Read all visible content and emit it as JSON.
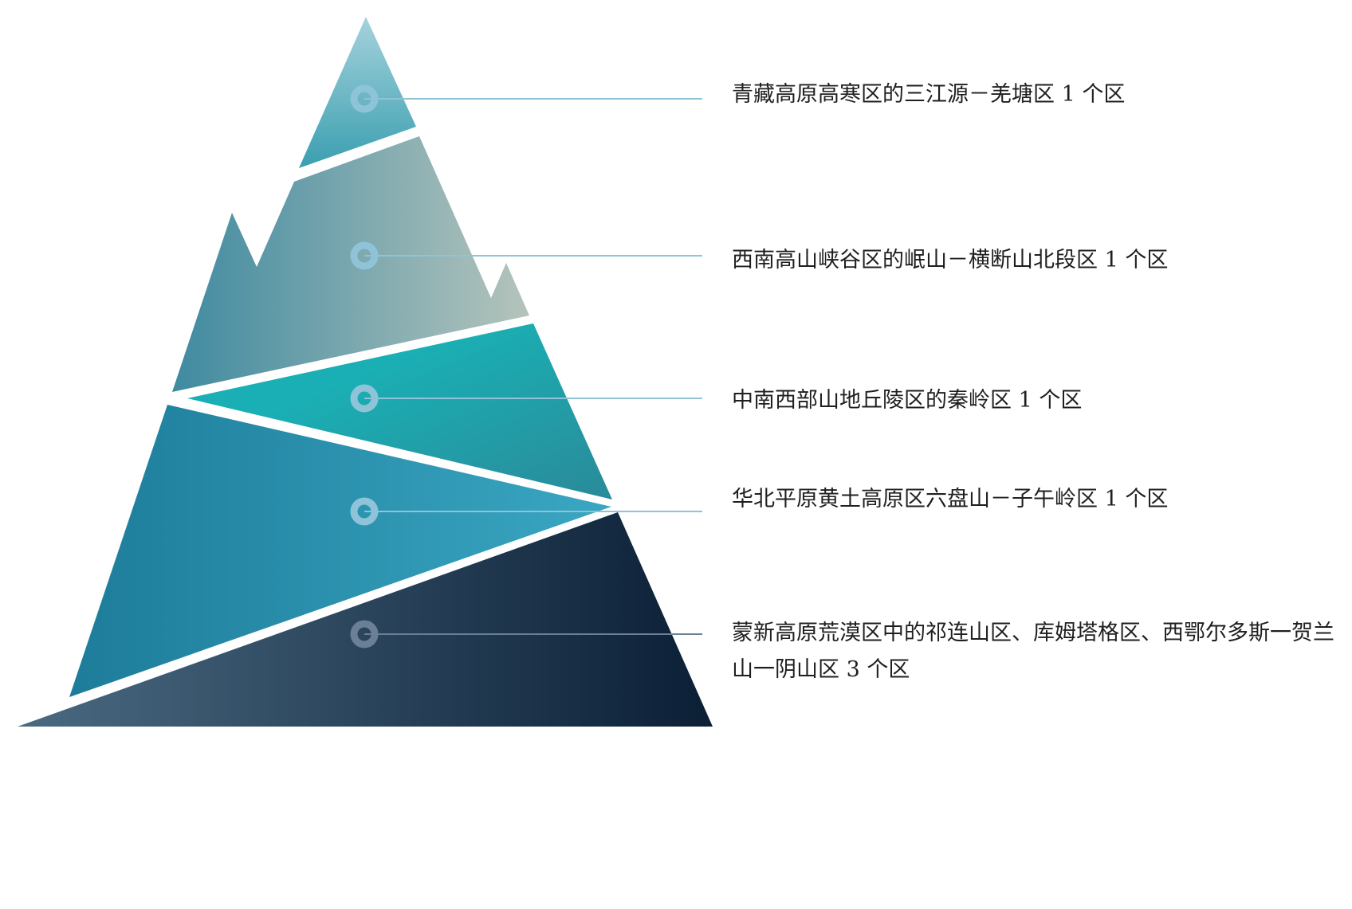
{
  "diagram": {
    "type": "pyramid",
    "tiers": [
      {
        "label": "青藏高原高寒区的三江源－羌塘区 1 个区",
        "accent": "#8fc3d8"
      },
      {
        "label": "西南高山峡谷区的岷山－横断山北段区 1 个区",
        "accent": "#8fc3d8"
      },
      {
        "label": "中南西部山地丘陵区的秦岭区 1 个区",
        "accent": "#8fc3d8"
      },
      {
        "label": "华北平原黄土高原区六盘山－子午岭区 1 个区",
        "accent": "#8fc3d8"
      },
      {
        "label": "蒙新高原荒漠区中的祁连山区、库姆塔格区、西鄂尔多斯一贺兰山一阴山区 3 个区",
        "accent": "#6b7f96"
      }
    ]
  },
  "colors": {
    "tier_1": [
      "#a6d2dc",
      "#3a9fb0"
    ],
    "tier_2": [
      "#3f8aa0",
      "#b5c4bc"
    ],
    "tier_3": [
      "#1aafb4",
      "#2a8a99"
    ],
    "tier_4": [
      "#1d7c9a",
      "#3aa7c2"
    ],
    "tier_5": [
      "#4a6a82",
      "#0b1f35"
    ],
    "label_text": "#1f1f1f"
  }
}
